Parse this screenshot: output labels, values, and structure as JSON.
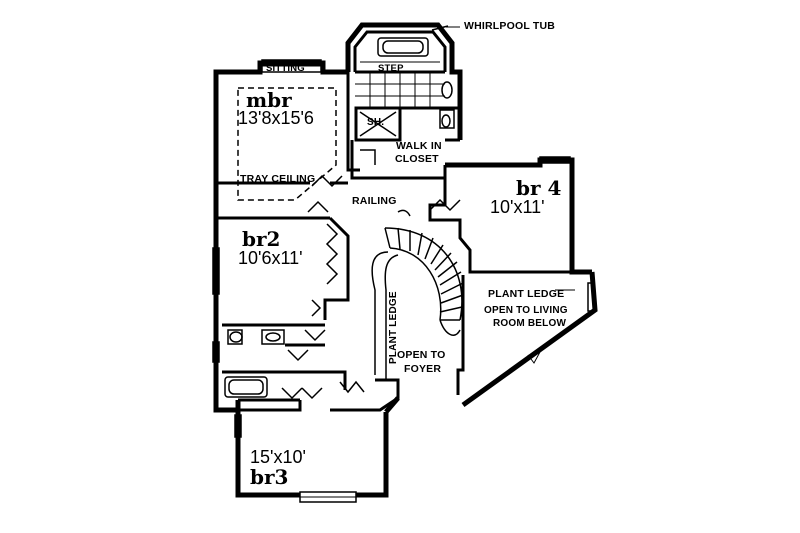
{
  "labels": {
    "whirlpool_tub": "WHIRLPOOL TUB",
    "sitting": "SITTING",
    "step": "STEP",
    "mbr": "mbr",
    "mbr_dim": "13'8x15'6",
    "shower": "SH.",
    "walk_in_closet_1": "WALK IN",
    "walk_in_closet_2": "CLOSET",
    "tray_ceiling": "TRAY CEILING",
    "br4": "br 4",
    "br4_dim": "10'x11'",
    "railing": "RAILING",
    "br2": "br2",
    "br2_dim": "10'6x11'",
    "plant_ledge_right": "PLANT LEDGE",
    "open_living_1": "OPEN TO LIVING",
    "open_living_2": "ROOM BELOW",
    "plant_ledge_vertical": "PLANT LEDGE",
    "open_foyer_1": "OPEN TO",
    "open_foyer_2": "FOYER",
    "br3_dim": "15'x10'",
    "br3": "br3"
  },
  "colors": {
    "line": "#000000",
    "background": "#ffffff"
  }
}
